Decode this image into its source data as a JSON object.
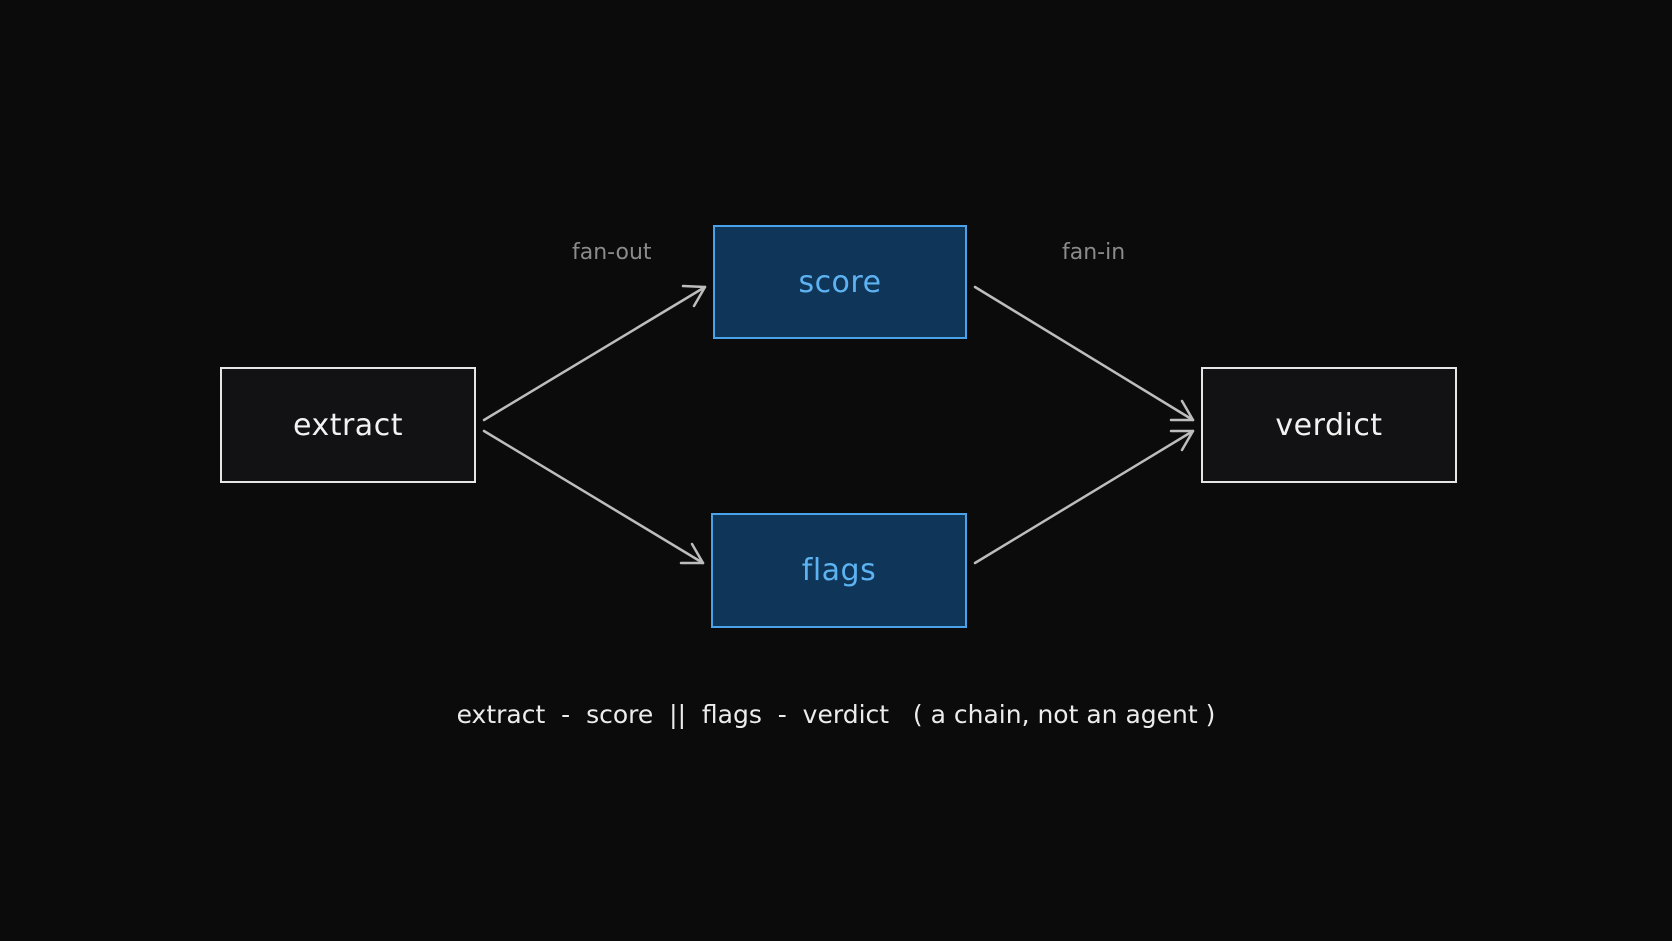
{
  "nodes": {
    "extract": "extract",
    "score": "score",
    "flags": "flags",
    "verdict": "verdict"
  },
  "edge_labels": {
    "fan_out": "fan-out",
    "fan_in": "fan-in"
  },
  "caption": "extract  -  score  ||  flags  -  verdict   ( a chain, not an agent )",
  "colors": {
    "background": "#0b0b0c",
    "plain_box_fill": "#121214",
    "plain_box_stroke": "#e6e6e6",
    "accent_box_fill": "#0f3658",
    "accent_box_stroke": "#4aa3e8",
    "accent_text": "#5db3f2",
    "arrow": "#bdbdbd",
    "edge_label": "#8b8b8b"
  }
}
